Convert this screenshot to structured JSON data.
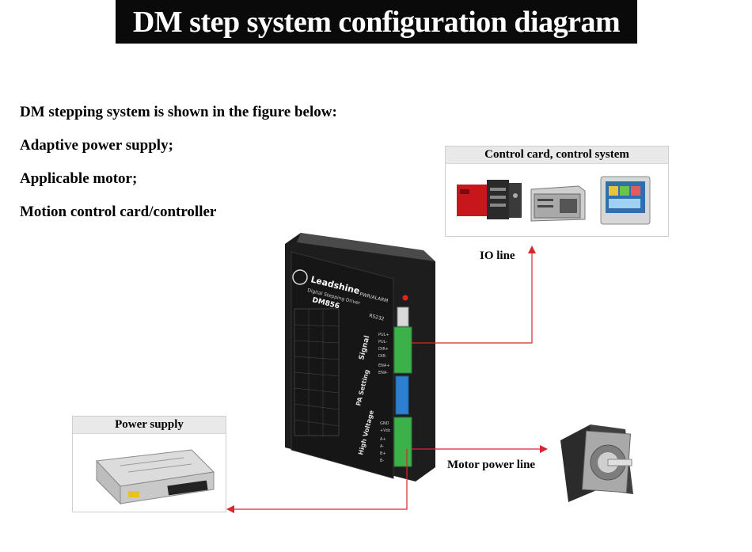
{
  "title": "DM step system configuration diagram",
  "intro_lines": [
    "DM stepping system is shown in the figure below:",
    "Adaptive power supply;",
    "Applicable motor;",
    "Motion control card/controller"
  ],
  "control_box": {
    "title": "Control card, control system"
  },
  "power_box": {
    "title": "Power supply"
  },
  "connections": {
    "io_line": "IO line",
    "motor_power_line": "Motor power line"
  },
  "driver": {
    "brand": "Leadshine",
    "subtitle": "Digital Stepping Driver",
    "model": "DM856",
    "pwr_label": "PWR/ALARM",
    "rs232_label": "RS232",
    "signal_label": "Signal",
    "pa_label": "PA Setting",
    "hv_label": "High Voltage",
    "signal_pins": [
      "PUL+",
      "PUL-",
      "DIR+",
      "DIR-",
      "ENA+",
      "ENA-"
    ],
    "hv_pins": [
      "GND",
      "+Vdc",
      "A+",
      "A-",
      "B+",
      "B-"
    ]
  },
  "colors": {
    "arrow": "#d9262c",
    "title_bg": "#0a0a0a",
    "terminal": "#3cb14a"
  }
}
